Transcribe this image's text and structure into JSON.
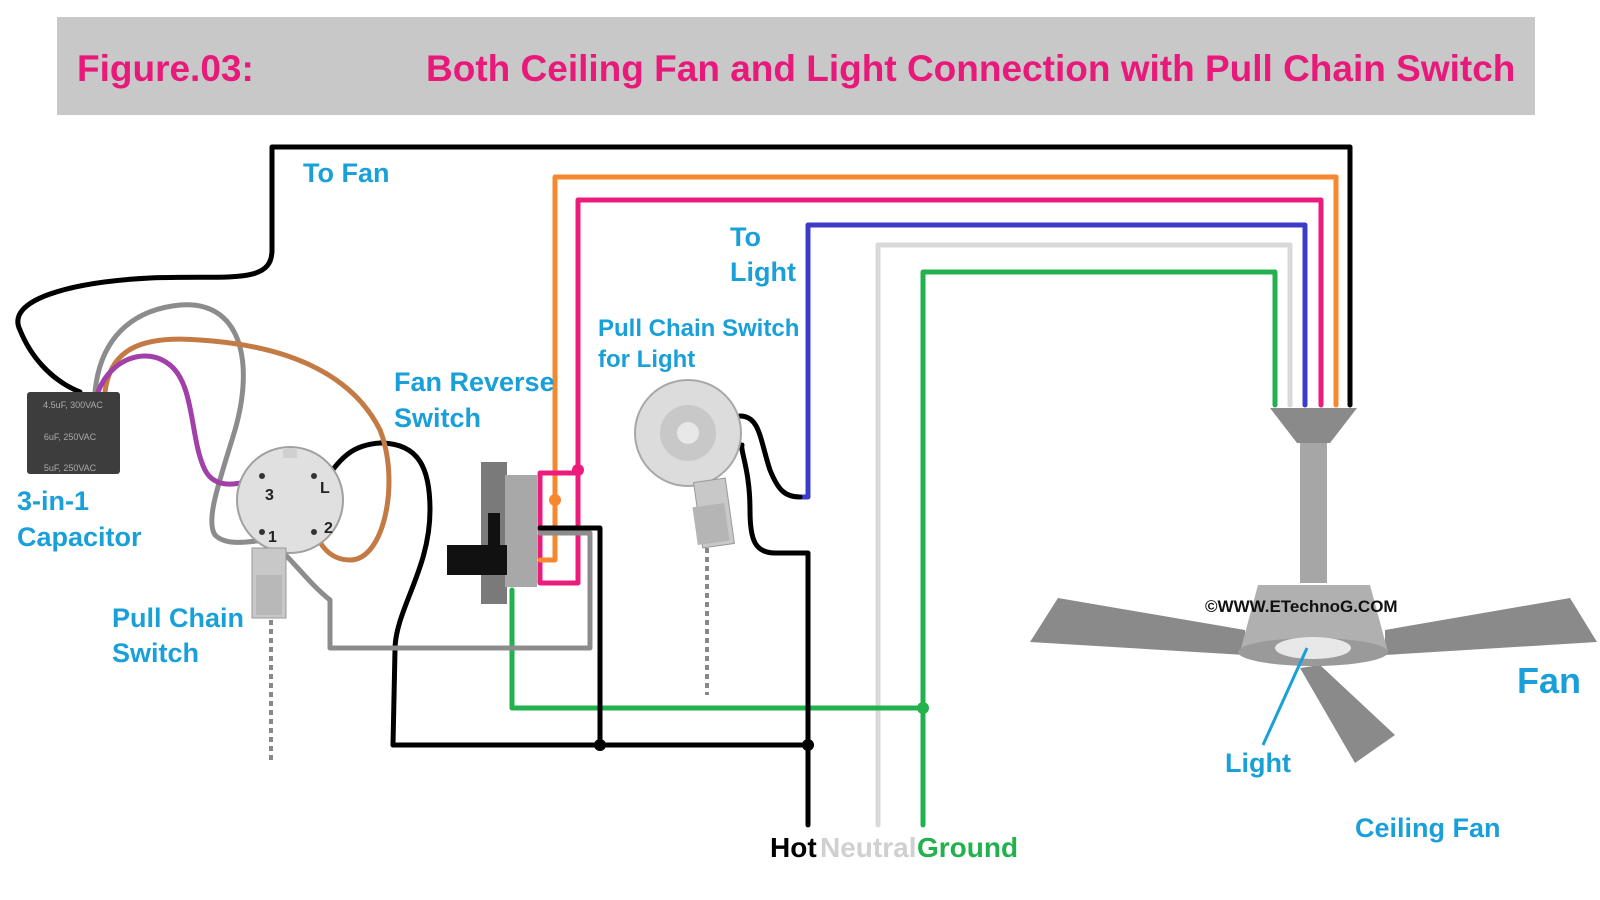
{
  "header": {
    "figure_label": "Figure.03:",
    "title": "Both Ceiling Fan and Light Connection with Pull Chain Switch"
  },
  "labels": {
    "to_fan": "To Fan",
    "to_light_1": "To",
    "to_light_2": "Light",
    "pull_chain_light_1": "Pull Chain Switch",
    "pull_chain_light_2": "for Light",
    "fan_reverse_1": "Fan Reverse",
    "fan_reverse_2": "Switch",
    "capacitor_1": "3-in-1",
    "capacitor_2": "Capacitor",
    "pull_chain_1": "Pull Chain",
    "pull_chain_2": "Switch",
    "fan": "Fan",
    "light": "Light",
    "ceiling_fan": "Ceiling Fan",
    "watermark": "©WWW.ETechnoG.COM"
  },
  "capacitor_ratings": [
    "4.5uF, 300VAC",
    "6uF, 250VAC",
    "5uF, 250VAC"
  ],
  "terminals": {
    "t3": "3",
    "tL": "L",
    "t1": "1",
    "t2": "2"
  },
  "supply": {
    "hot": "Hot",
    "neutral": "Neutral",
    "ground": "Ground"
  },
  "colors": {
    "title": "#e8197a",
    "label": "#1aa0d8",
    "hot": "#000000",
    "neutral": "#d9d9d9",
    "ground": "#22b14c",
    "orange": "#f7882f",
    "pink": "#ec1c7c",
    "blue": "#3c3cc8",
    "brown": "#c47a45",
    "purple": "#a040a8",
    "gray": "#8c8c8c"
  }
}
